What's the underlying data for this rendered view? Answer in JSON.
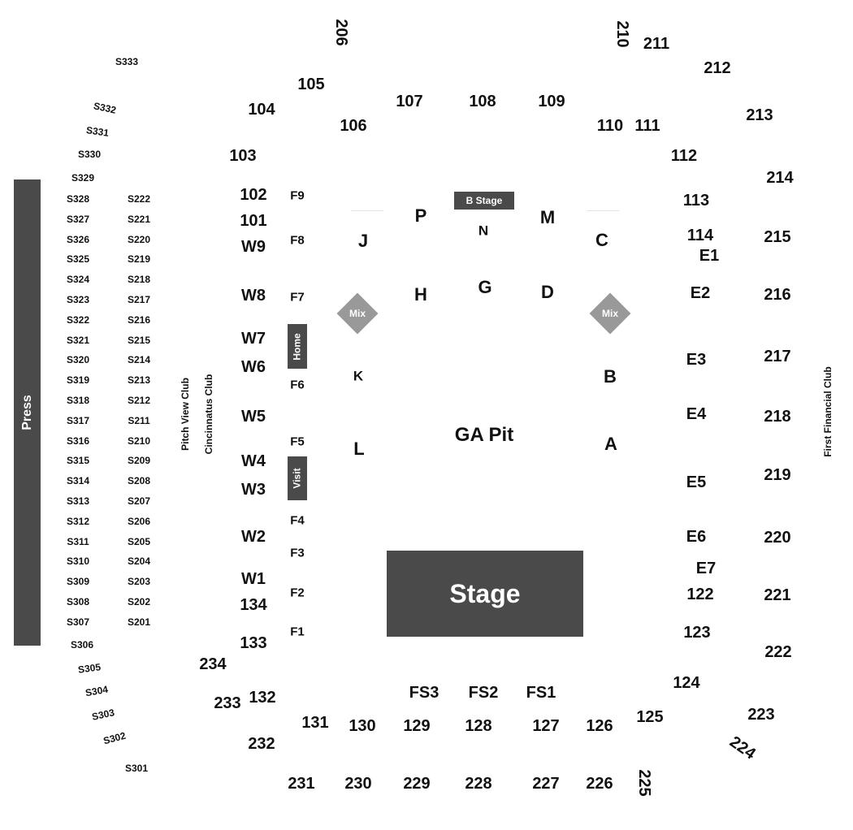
{
  "blocks": {
    "press": "Press",
    "stage": "Stage",
    "b_stage": "B Stage",
    "home": "Home",
    "visit": "Visit",
    "mix_left": "Mix",
    "mix_right": "Mix",
    "ga_pit": "GA Pit"
  },
  "clubs": {
    "pitch_view": "Pitch View Club",
    "cincinnatus": "Cincinnatus Club",
    "first_financial": "First Financial Club"
  },
  "sections": {
    "s300_col": [
      "S328",
      "S327",
      "S326",
      "S325",
      "S324",
      "S323",
      "S322",
      "S321",
      "S320",
      "S319",
      "S318",
      "S317",
      "S316",
      "S315",
      "S314",
      "S313",
      "S312",
      "S311",
      "S310",
      "S309",
      "S308",
      "S307"
    ],
    "s200_col": [
      "S222",
      "S221",
      "S220",
      "S219",
      "S218",
      "S217",
      "S216",
      "S215",
      "S214",
      "S213",
      "S212",
      "S211",
      "S210",
      "S209",
      "S208",
      "S207",
      "S206",
      "S205",
      "S204",
      "S203",
      "S202",
      "S201"
    ],
    "s300_top": [
      "S333",
      "S332",
      "S331",
      "S330",
      "S329"
    ],
    "s300_bottom": [
      "S306",
      "S305",
      "S304",
      "S303",
      "S302",
      "S301"
    ],
    "left_inner": [
      "102",
      "101",
      "W9",
      "W8",
      "W7",
      "W6",
      "W5",
      "W4",
      "W3",
      "W2",
      "W1",
      "134",
      "133"
    ],
    "field_left": [
      "F9",
      "F8",
      "F7",
      "F6",
      "F5",
      "F4",
      "F3",
      "F2",
      "F1"
    ],
    "top_100": [
      "103",
      "104",
      "105",
      "106",
      "107",
      "108",
      "109",
      "110",
      "111",
      "112"
    ],
    "top_200": [
      "206",
      "210",
      "211",
      "212",
      "213"
    ],
    "right_inner": [
      "113",
      "114",
      "E1",
      "E2",
      "E3",
      "E4",
      "E5",
      "E6",
      "E7",
      "122",
      "123",
      "124",
      "125"
    ],
    "right_200": [
      "214",
      "215",
      "216",
      "217",
      "218",
      "219",
      "220",
      "221",
      "222",
      "223",
      "224",
      "225"
    ],
    "floor_letters": [
      "P",
      "N",
      "M",
      "J",
      "C",
      "H",
      "G",
      "D",
      "K",
      "B",
      "L",
      "A"
    ],
    "front_stage": [
      "FS3",
      "FS2",
      "FS1"
    ],
    "bottom_100": [
      "132",
      "131",
      "130",
      "129",
      "128",
      "127",
      "126"
    ],
    "bottom_200": [
      "234",
      "233",
      "232",
      "231",
      "230",
      "229",
      "228",
      "227",
      "226"
    ]
  }
}
